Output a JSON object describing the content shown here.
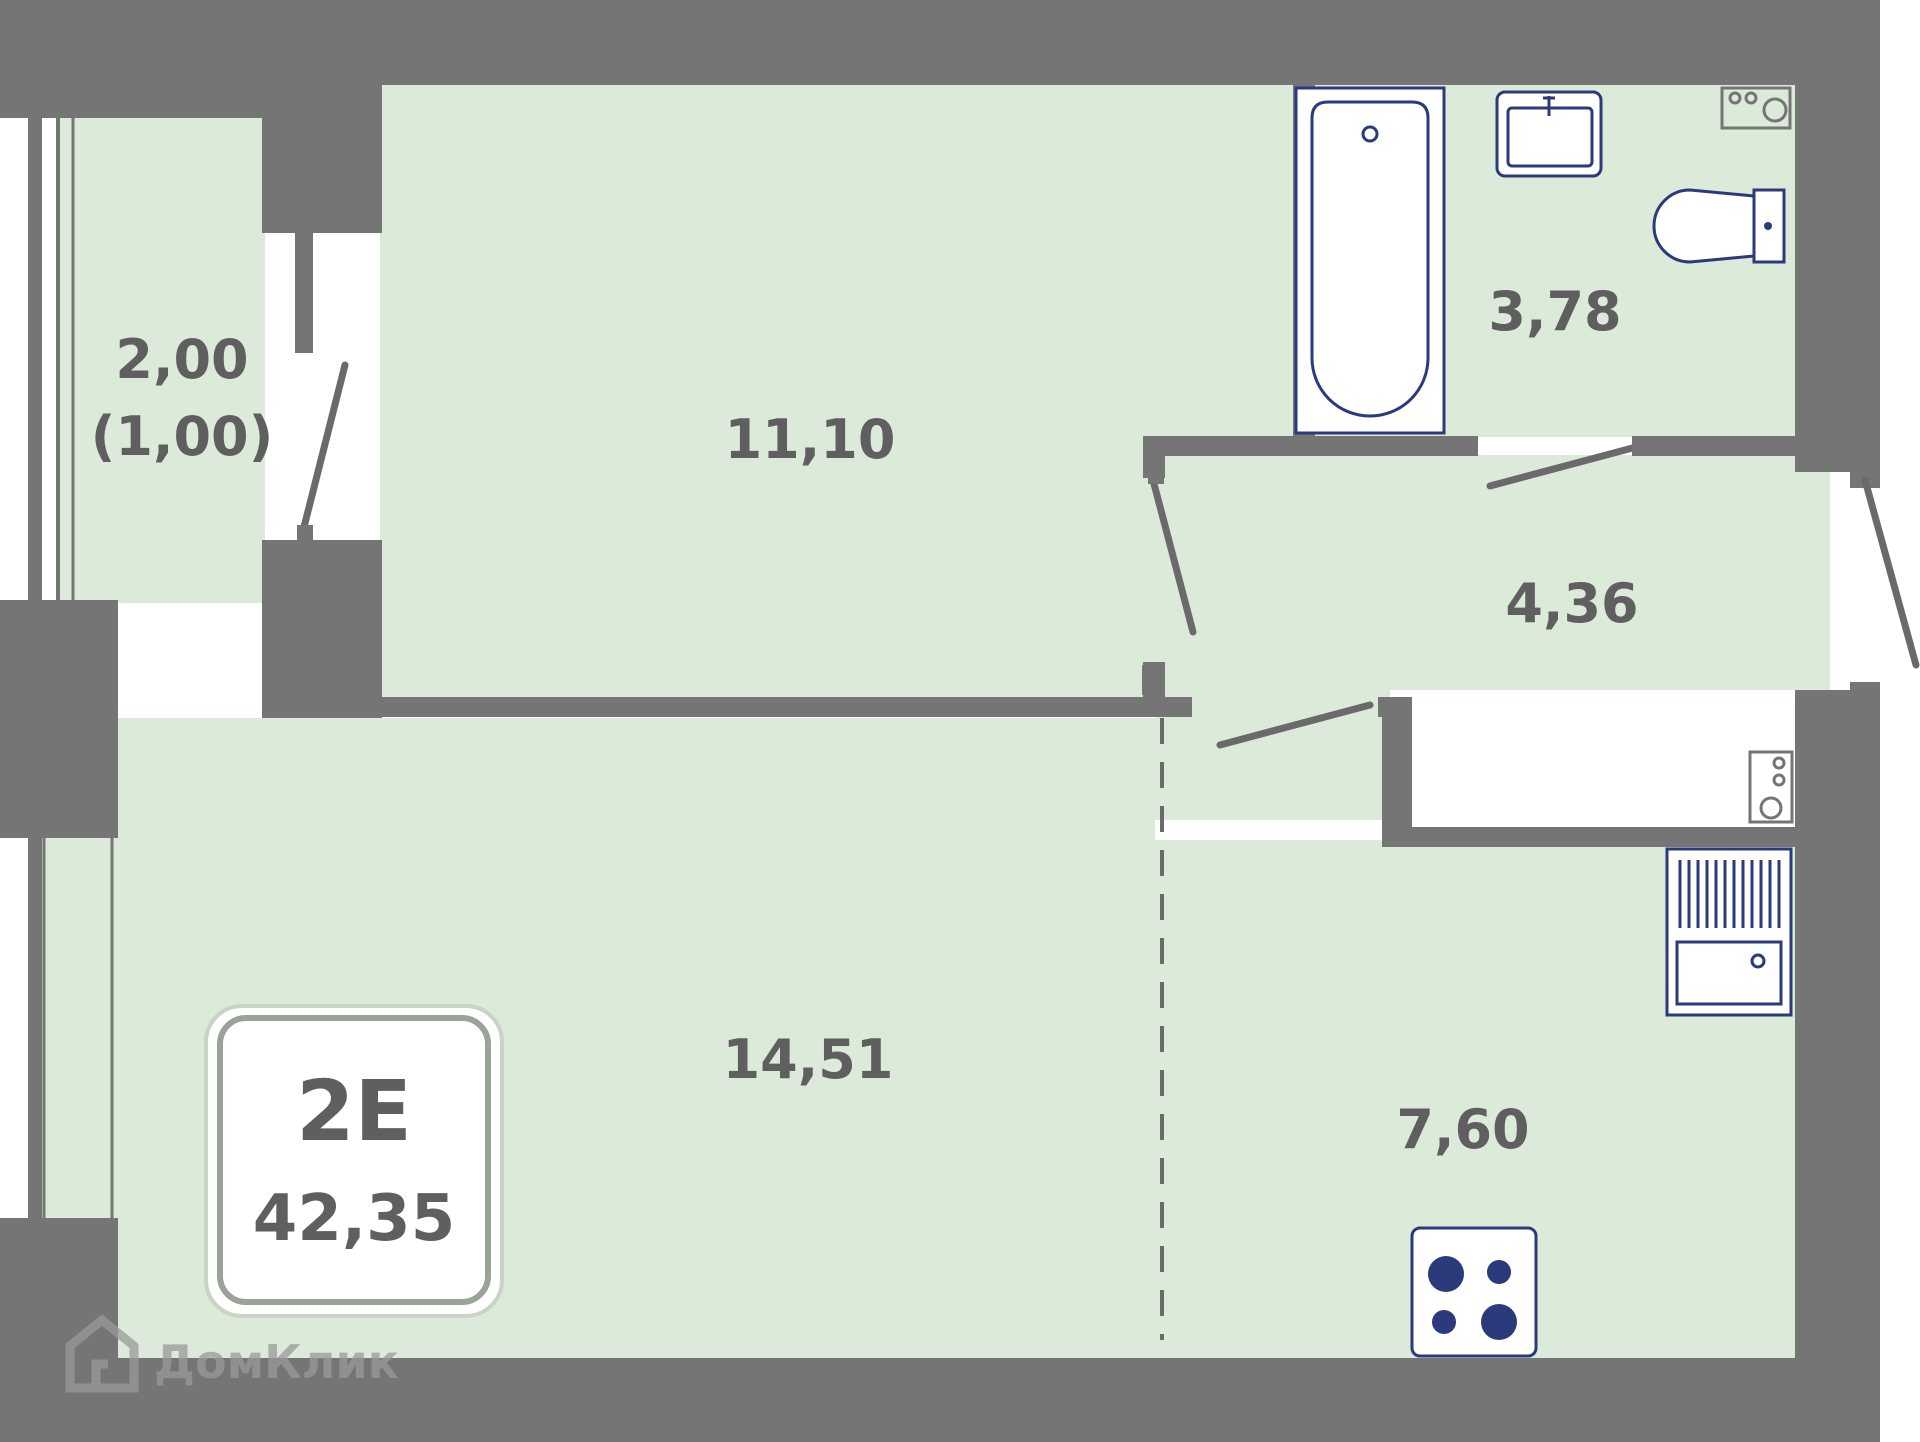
{
  "colors": {
    "wall": "#757575",
    "floor": "#dcead9",
    "fixture": "#2b3a7a",
    "text": "#5f5f5f",
    "door": "#6a6a6a"
  },
  "rooms": {
    "balcony": {
      "area": "2,00",
      "area_coefficient": "(1,00)"
    },
    "bedroom": {
      "area": "11,10"
    },
    "bathroom": {
      "area": "3,78"
    },
    "hallway": {
      "area": "4,36"
    },
    "living_room": {
      "area": "14,51"
    },
    "kitchen": {
      "area": "7,60"
    }
  },
  "badge": {
    "apartment_code": "2E",
    "total_area": "42,35"
  },
  "watermark": {
    "text": "ДомКлик",
    "icon": "house-logo-icon"
  }
}
